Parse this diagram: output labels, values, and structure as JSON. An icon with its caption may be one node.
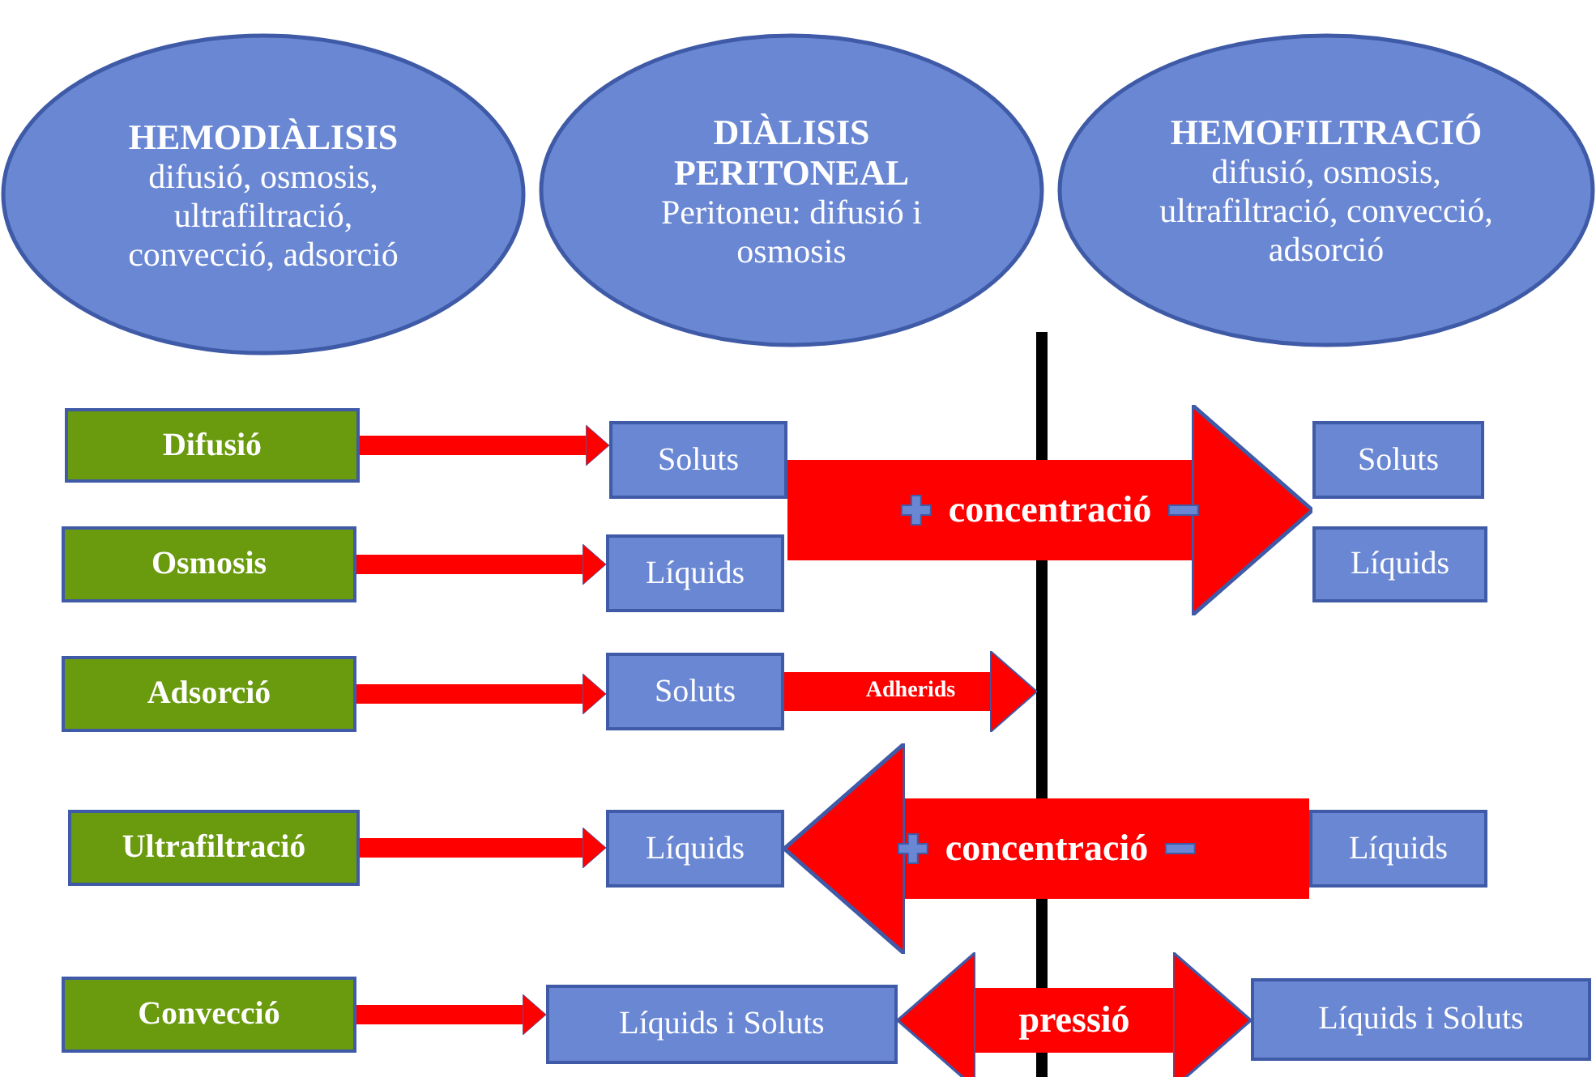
{
  "diagram": {
    "nodes": [
      {
        "text": [
          "HEMODIÀLISIS",
          "difusió, osmosis, ultrafiltració, convecció, adsorció"
        ]
      },
      {
        "text": [
          "DIÀLISIS PERITONEAL",
          "Peritoneu: difusió i osmosis"
        ]
      },
      {
        "text": [
          "HEMOFILTRACIÓ",
          "difusió, osmosis, ultrafiltració, convecció, adsorció"
        ]
      },
      {
        "text": [
          "Difusió"
        ]
      },
      {
        "text": [
          "Soluts"
        ]
      },
      {
        "text": [
          "Soluts"
        ]
      },
      {
        "text": [
          "Osmosis"
        ]
      },
      {
        "text": [
          "Líquids"
        ]
      },
      {
        "text": [
          "Líquids"
        ]
      },
      {
        "text": [
          "Adsorció"
        ]
      },
      {
        "text": [
          "Soluts"
        ]
      },
      {
        "text": [
          "Ultrafiltració"
        ]
      },
      {
        "text": [
          "Líquids"
        ]
      },
      {
        "text": [
          "Líquids"
        ]
      },
      {
        "text": [
          "Convecció"
        ]
      },
      {
        "text": [
          "Líquids i Soluts"
        ]
      },
      {
        "text": [
          "Líquids i Soluts"
        ]
      }
    ],
    "edges": [
      {
        "from": 3,
        "to": 4,
        "arrow": "to"
      },
      {
        "from": 6,
        "to": 7,
        "arrow": "to"
      },
      {
        "from": 9,
        "to": 10,
        "arrow": "to"
      },
      {
        "from": 11,
        "to": 12,
        "arrow": "to"
      },
      {
        "from": 14,
        "to": 15,
        "arrow": "to"
      },
      {
        "from": 4,
        "to": 5,
        "arrow": "to",
        "label": "concentració",
        "style": "thick"
      },
      {
        "from": 10,
        "to": null,
        "arrow": "to",
        "label": "Adherids",
        "style": "thick"
      },
      {
        "from": 13,
        "to": 12,
        "arrow": "to",
        "label": "concentració",
        "style": "thick"
      },
      {
        "from": 15,
        "to": 16,
        "arrow": "both",
        "label": "pressió",
        "style": "thick"
      }
    ]
  }
}
